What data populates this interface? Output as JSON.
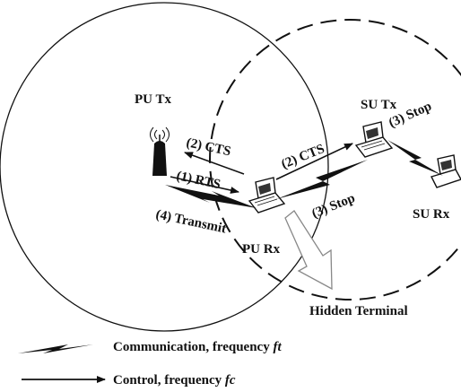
{
  "nodes": {
    "pu_tx": "PU Tx",
    "su_tx": "SU Tx",
    "su_rx": "SU Rx",
    "pu_rx": "PU Rx",
    "hidden_terminal": "Hidden Terminal"
  },
  "messages": {
    "cts_left": "(2) CTS",
    "rts": "(1) RTS",
    "transmit": "(4) Transmit",
    "cts_right": "(2) CTS",
    "stop_center": "(3) Stop",
    "stop_top": "(3) Stop"
  },
  "legend": {
    "communication_text": "Communication, frequency ",
    "communication_freq": "ft",
    "control_text": "Control,  frequency ",
    "control_freq": "fc"
  }
}
